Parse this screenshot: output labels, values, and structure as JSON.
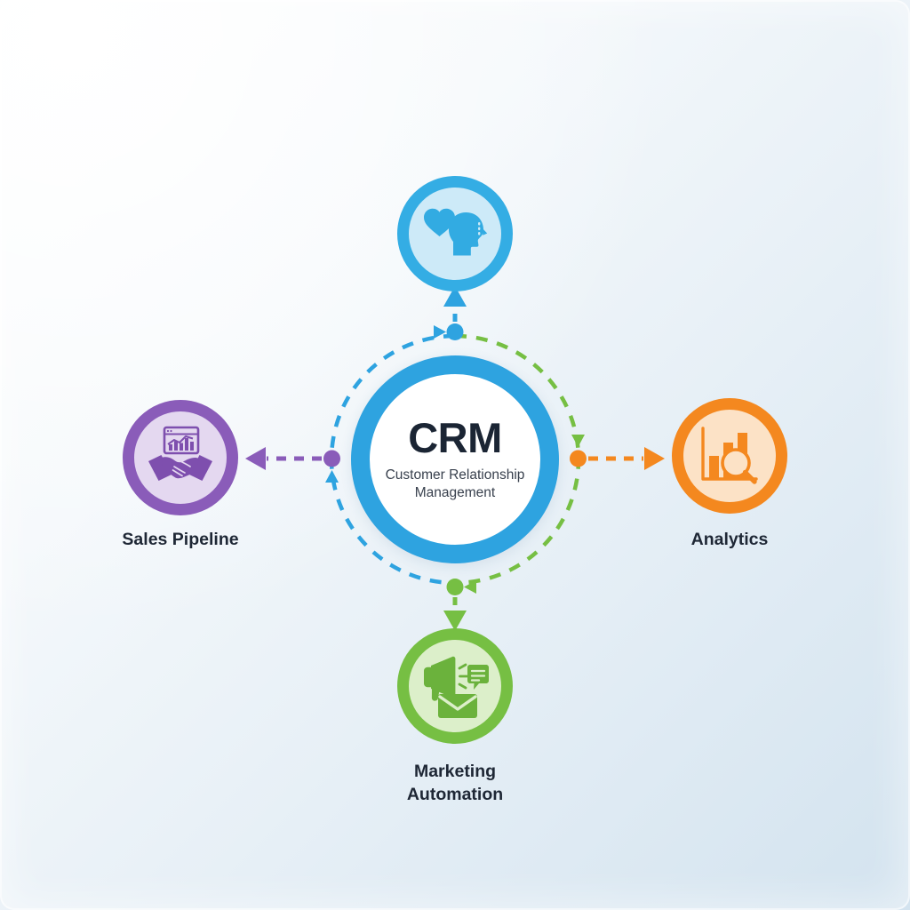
{
  "diagram": {
    "background": {
      "gradient_from": "#FCFDFE",
      "gradient_to": "#D3E3EF"
    },
    "hub": {
      "title": "CRM",
      "subtitle": "Customer Relationship Management",
      "ring_color": "#2EA3E0",
      "fill_color": "#FFFFFF",
      "title_color": "#1B2534"
    },
    "orbit": {
      "style": "dashed",
      "left_arc_color": "#2EA3E0",
      "right_arc_color": "#76BF43"
    },
    "nodes": [
      {
        "id": "customer-care",
        "position": "top",
        "label": "",
        "icon": "heart-head-icon",
        "ring_color": "#34ADE4",
        "fill_color": "#CDEAF8",
        "connector_color": "#2EA3E0",
        "connector_dot_color": "#2EA3E0"
      },
      {
        "id": "sales-pipeline",
        "position": "left",
        "label": "Sales Pipeline",
        "icon": "handshake-chart-icon",
        "ring_color": "#8A5CB9",
        "fill_color": "#E4D8F0",
        "connector_color": "#8A5CB9",
        "connector_dot_color": "#8A5CB9"
      },
      {
        "id": "analytics",
        "position": "right",
        "label": "Analytics",
        "icon": "bar-chart-magnifier-icon",
        "ring_color": "#F4881F",
        "fill_color": "#FCE2C6",
        "connector_color": "#F4881F",
        "connector_dot_color": "#F4881F"
      },
      {
        "id": "marketing-automation",
        "position": "bottom",
        "label": "Marketing\nAutomation",
        "icon": "megaphone-envelope-icon",
        "ring_color": "#76BF43",
        "fill_color": "#DCEFCA",
        "connector_color": "#76BF43",
        "connector_dot_color": "#76BF43"
      }
    ]
  }
}
